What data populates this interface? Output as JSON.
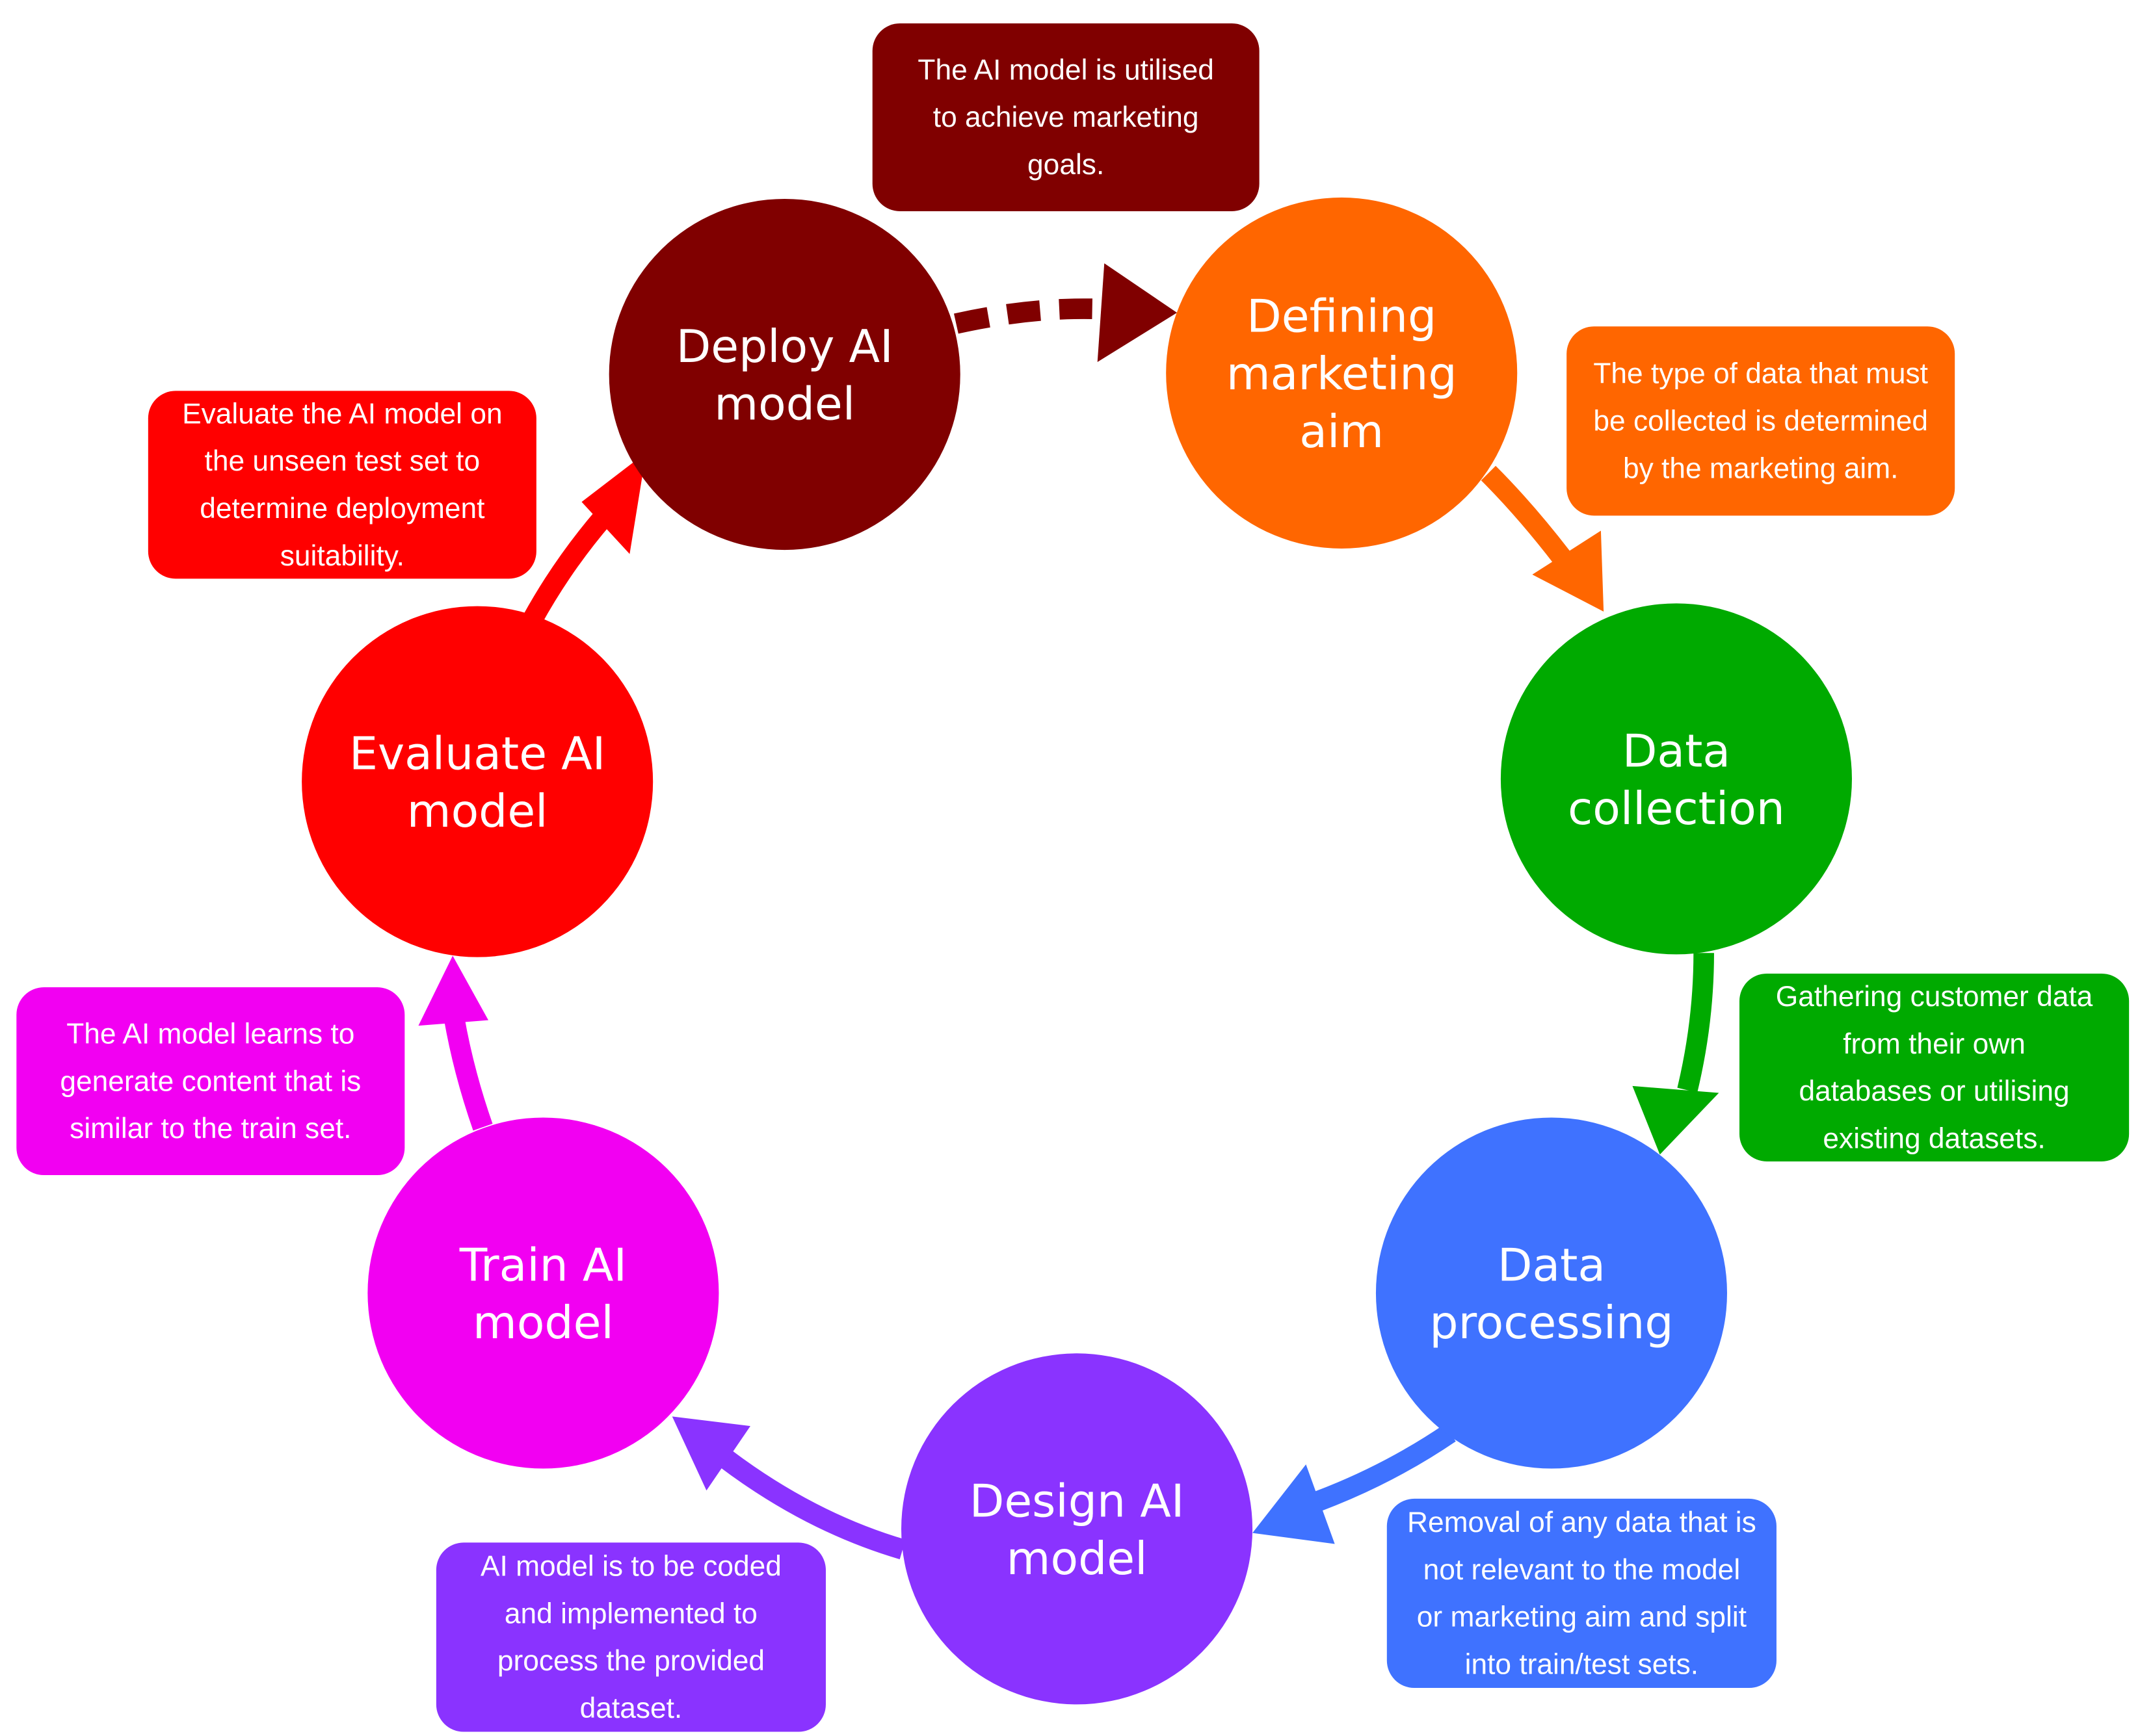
{
  "stages": [
    {
      "id": "deploy",
      "title": [
        "Deploy AI",
        "model"
      ],
      "color": "#800000",
      "note": [
        "The AI model is utilised",
        "to achieve marketing",
        "goals."
      ]
    },
    {
      "id": "defining",
      "title": [
        "Defining",
        "marketing",
        "aim"
      ],
      "color": "#ff6600",
      "note": [
        "The type of data that must",
        "be collected is determined",
        "by the marketing aim."
      ]
    },
    {
      "id": "collection",
      "title": [
        "Data",
        "collection"
      ],
      "color": "#00aa00",
      "note": [
        "Gathering customer data",
        "from their own",
        "databases or utilising",
        "existing datasets."
      ]
    },
    {
      "id": "processing",
      "title": [
        "Data",
        "processing"
      ],
      "color": "#3f72ff",
      "note": [
        "Removal of any data that is",
        "not relevant to the model",
        "or marketing aim and split",
        "into train/test sets."
      ]
    },
    {
      "id": "design",
      "title": [
        "Design AI",
        "model"
      ],
      "color": "#8a33ff",
      "note": [
        "AI model is to be coded",
        "and implemented to",
        "process the provided",
        "dataset."
      ]
    },
    {
      "id": "train",
      "title": [
        "Train AI",
        "model"
      ],
      "color": "#f200f2",
      "note": [
        "The AI model learns to",
        "generate content that is",
        "similar to the train set."
      ]
    },
    {
      "id": "evaluate",
      "title": [
        "Evaluate AI",
        "model"
      ],
      "color": "#ff0000",
      "note": [
        "Evaluate the AI model on",
        "the unseen test set to",
        "determine deployment",
        "suitability."
      ]
    }
  ]
}
